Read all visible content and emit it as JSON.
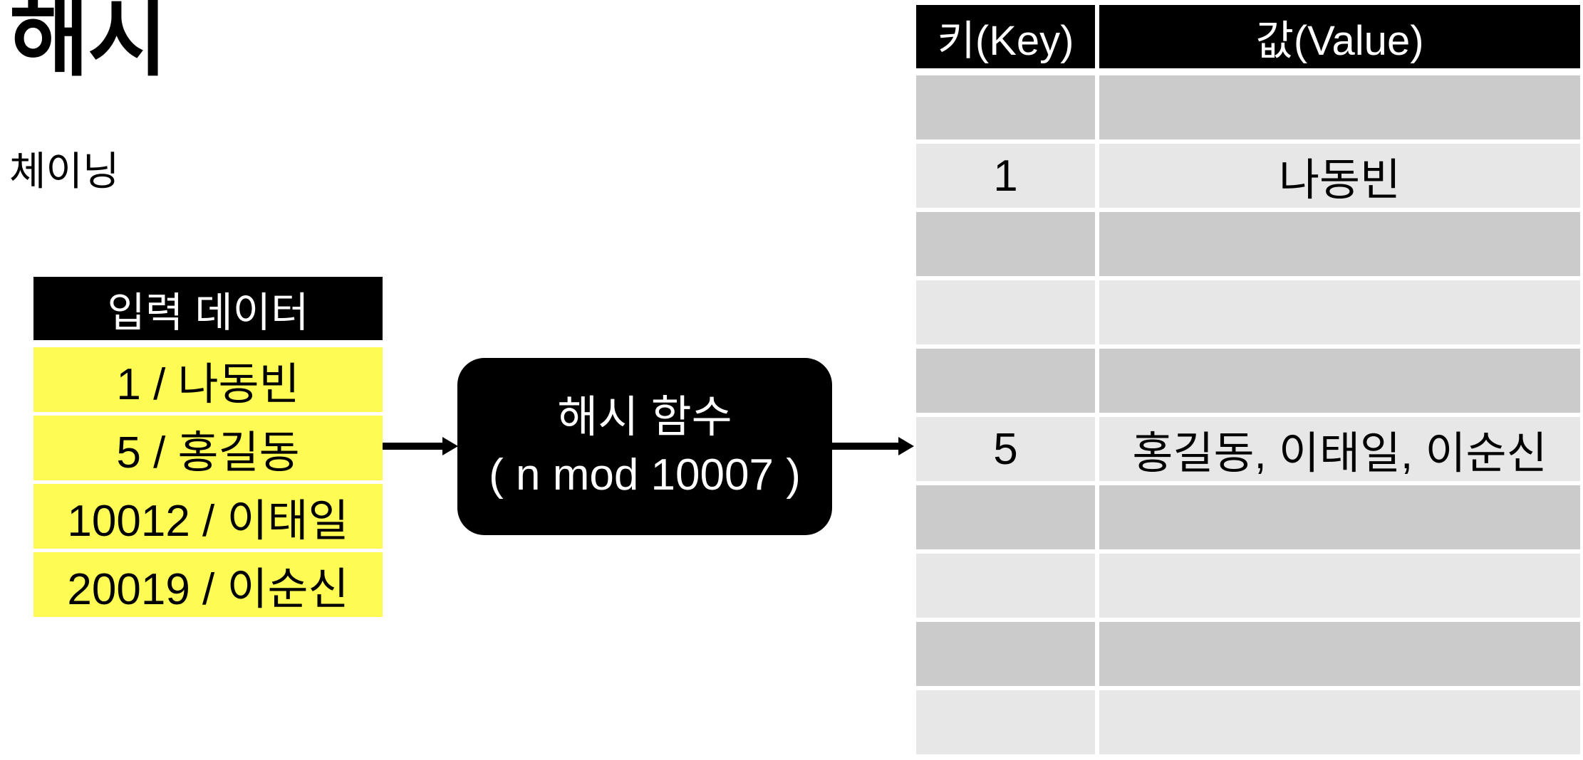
{
  "page": {
    "title": "해시",
    "subtitle": "체이닝"
  },
  "input_table": {
    "header": "입력 데이터",
    "rows": [
      "1 / 나동빈",
      "5 / 홍길동",
      "10012 / 이태일",
      "20019 / 이순신"
    ]
  },
  "hash_function": {
    "name": "해시 함수",
    "formula": "( n mod 10007 )"
  },
  "hash_table": {
    "columns": {
      "key": "키(Key)",
      "value": "값(Value)"
    },
    "rows": [
      {
        "key": "",
        "value": ""
      },
      {
        "key": "1",
        "value": "나동빈"
      },
      {
        "key": "",
        "value": ""
      },
      {
        "key": "",
        "value": ""
      },
      {
        "key": "",
        "value": ""
      },
      {
        "key": "5",
        "value": "홍길동, 이태일, 이순신"
      },
      {
        "key": "",
        "value": ""
      },
      {
        "key": "",
        "value": ""
      },
      {
        "key": "",
        "value": ""
      },
      {
        "key": "",
        "value": ""
      }
    ]
  },
  "colors": {
    "bg": "#ffffff",
    "ink": "#000000",
    "yellow": "#fffb55",
    "row-dark": "#cbcbcb",
    "row-light": "#e7e7e7"
  }
}
